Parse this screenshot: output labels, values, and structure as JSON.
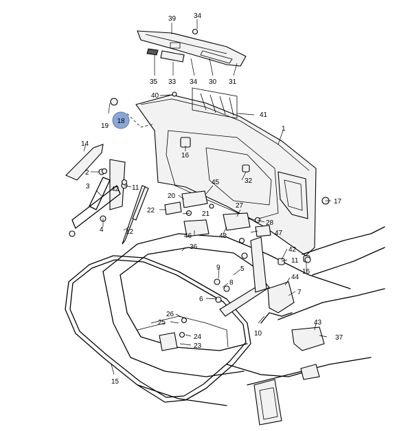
{
  "diagram": {
    "highlighted_callout": "18",
    "callouts": {
      "c1": "1",
      "c2": "2",
      "c3": "3",
      "c4": "4",
      "c5": "5",
      "c6": "6",
      "c7": "7",
      "c8": "8",
      "c9": "9",
      "c10": "10",
      "c11a": "11",
      "c11b": "11",
      "c12": "12",
      "c14": "14",
      "c15": "15",
      "c16a": "16",
      "c16b": "16",
      "c17": "17",
      "c19": "19",
      "c20": "20",
      "c21": "21",
      "c22": "22",
      "c23": "23",
      "c24": "24",
      "c25": "25",
      "c26": "26",
      "c27": "27",
      "c28": "28",
      "c30": "30",
      "c31": "31",
      "c32": "32",
      "c33": "33",
      "c34a": "34",
      "c34b": "34",
      "c35": "35",
      "c36": "36",
      "c37": "37",
      "c39": "39",
      "c40": "40",
      "c41": "41",
      "c42a": "42",
      "c42b": "42",
      "c43": "43",
      "c44": "44",
      "c45": "45",
      "c46": "46",
      "c47": "47",
      "c48": "48"
    }
  }
}
